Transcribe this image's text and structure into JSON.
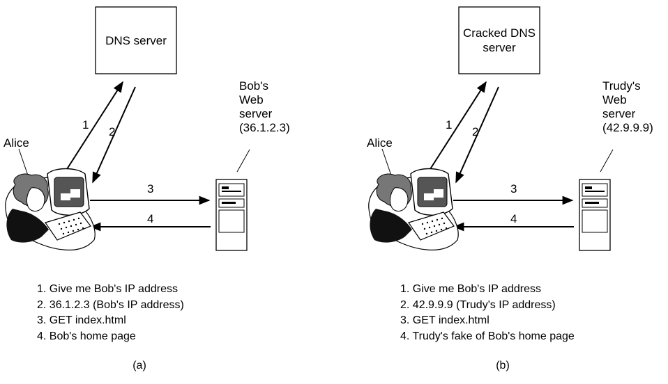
{
  "panels": [
    {
      "caption": "(a)",
      "dns_box": "DNS\nserver",
      "client_label": "Alice",
      "server_label": "Bob's\nWeb\nserver\n(36.1.2.3)",
      "arrow_labels": [
        "1",
        "2",
        "3",
        "4"
      ],
      "steps": [
        "1. Give me Bob's IP address",
        "2. 36.1.2.3 (Bob's IP address)",
        "3. GET index.html",
        "4. Bob's home page"
      ]
    },
    {
      "caption": "(b)",
      "dns_box": "Cracked\nDNS\nserver",
      "client_label": "Alice",
      "server_label": "Trudy's\nWeb\nserver\n(42.9.9.9)",
      "arrow_labels": [
        "1",
        "2",
        "3",
        "4"
      ],
      "steps": [
        "1. Give me Bob's IP address",
        "2. 42.9.9.9 (Trudy's IP address)",
        "3. GET index.html",
        "4. Trudy's fake of Bob's home page"
      ]
    }
  ]
}
